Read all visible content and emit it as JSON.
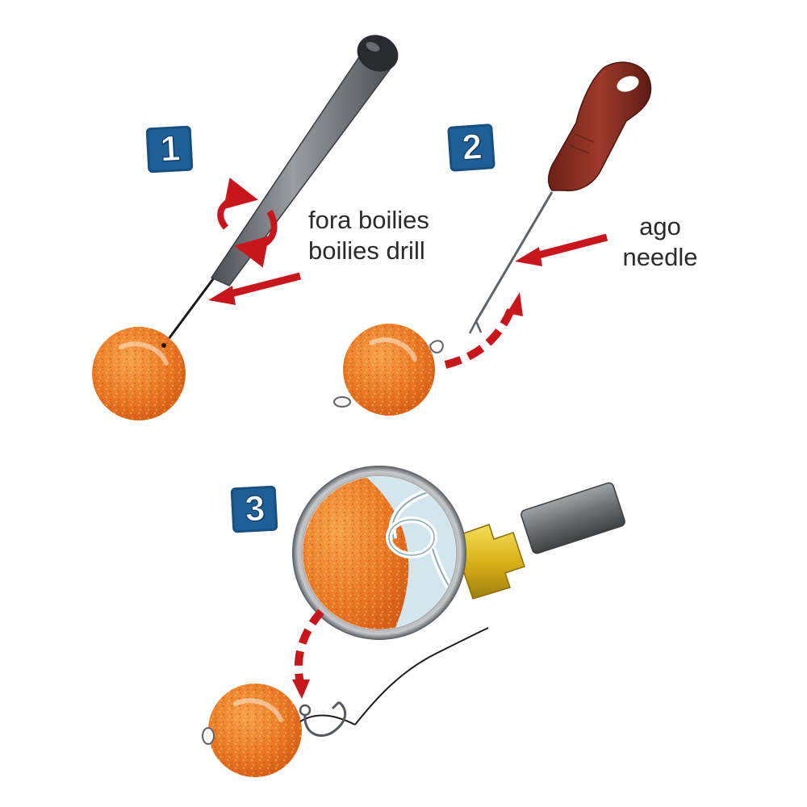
{
  "steps": [
    {
      "number": "1",
      "label_lines": [
        "fora boilies",
        "boilies drill"
      ]
    },
    {
      "number": "2",
      "label_lines": [
        "ago",
        "needle"
      ]
    },
    {
      "number": "3"
    }
  ],
  "colors": {
    "badge": "#1e5f97",
    "arrow": "#c8161d",
    "boilie": "#e8782a",
    "needle_handle": "#8b2e22",
    "drill_handle": "#6e7177",
    "magnifier_handle": "#6b6d70",
    "magnifier_collar": "#e4c21d"
  },
  "icons": [
    "drill-icon",
    "baiting-needle-icon",
    "magnifying-glass-icon",
    "hook-icon",
    "boilie-icon",
    "rotation-arrows-icon"
  ]
}
